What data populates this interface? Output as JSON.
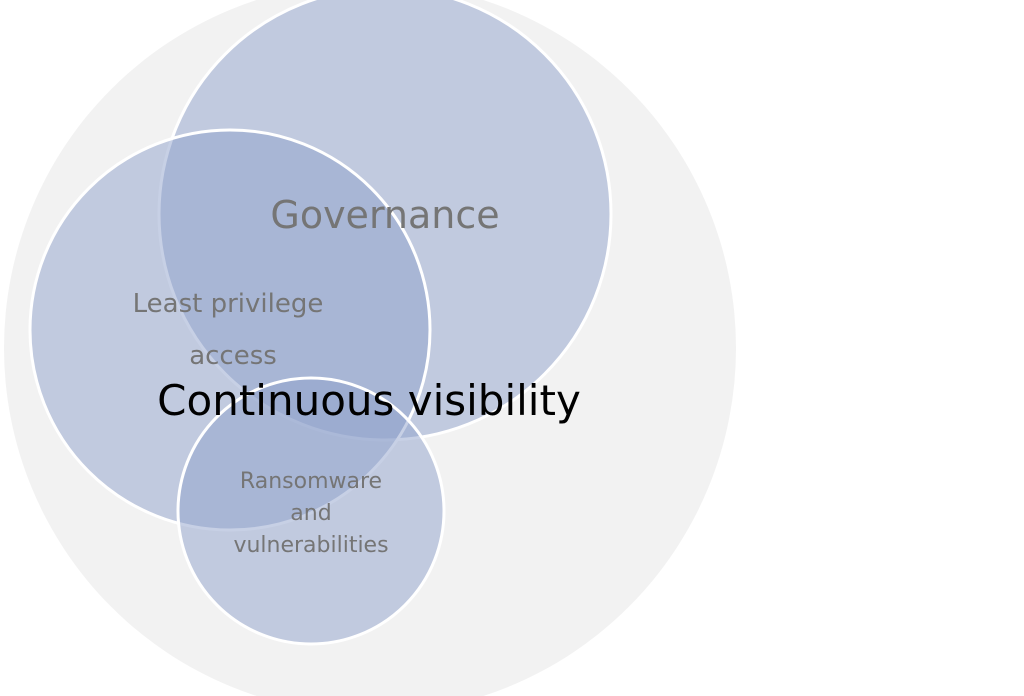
{
  "diagram": {
    "outer_label": "Continuous visibility",
    "circles": [
      {
        "id": "governance",
        "label_lines": [
          "Governance"
        ]
      },
      {
        "id": "least-privilege",
        "label_lines": [
          "Least privilege",
          "access"
        ]
      },
      {
        "id": "ransomware",
        "label_lines": [
          "Ransomware",
          "and",
          "vulnerabilities"
        ]
      }
    ]
  },
  "colors": {
    "outer_fill": "#f2f2f2",
    "circle_fill": "#8fa2cc",
    "circle_stroke": "#ffffff",
    "inner_label": "#757575",
    "outer_label": "#000000"
  }
}
